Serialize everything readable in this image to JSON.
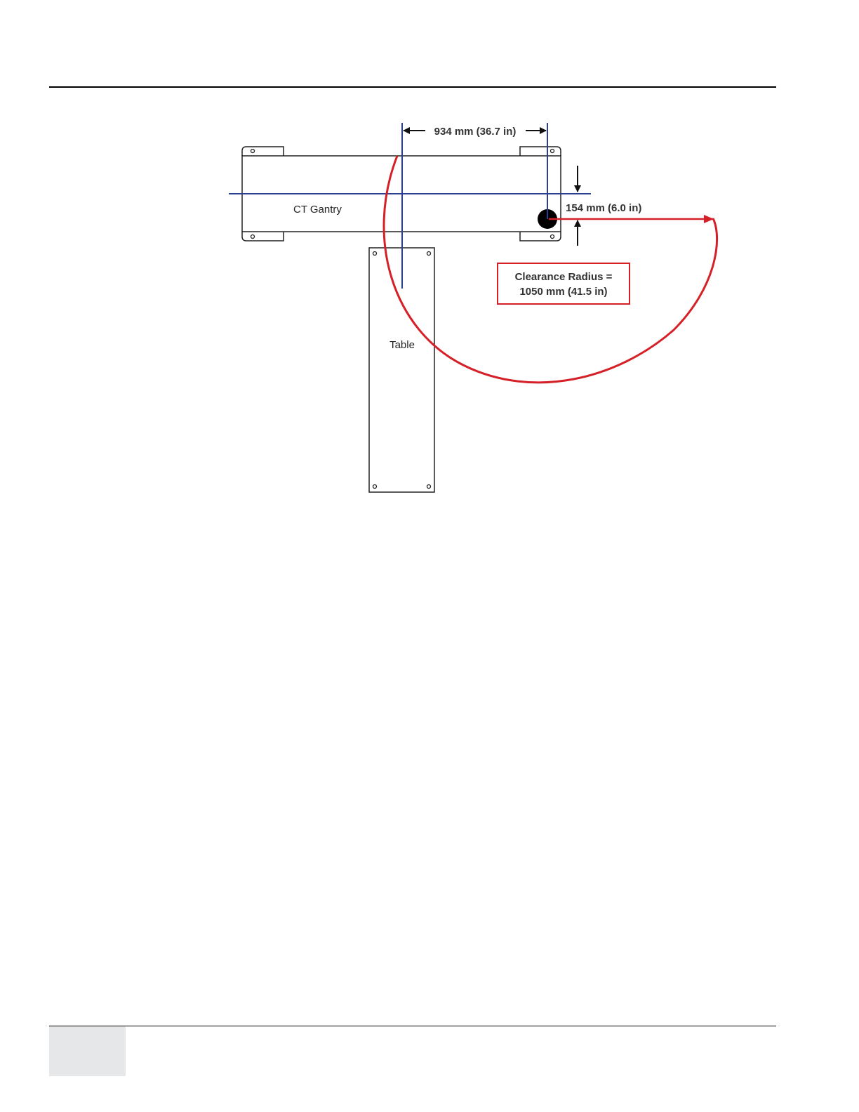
{
  "diagram": {
    "gantry_label": "CT Gantry",
    "table_label": "Table",
    "horizontal_dimension": "934 mm (36.7 in)",
    "vertical_dimension": "154 mm (6.0 in)",
    "clearance_line1": "Clearance Radius =",
    "clearance_line2": "1050 mm (41.5 in)"
  },
  "colors": {
    "guide_line": "#2b3f8f",
    "clearance": "#d62027",
    "outline": "#222222",
    "footer_box": "#e6e7e8"
  }
}
